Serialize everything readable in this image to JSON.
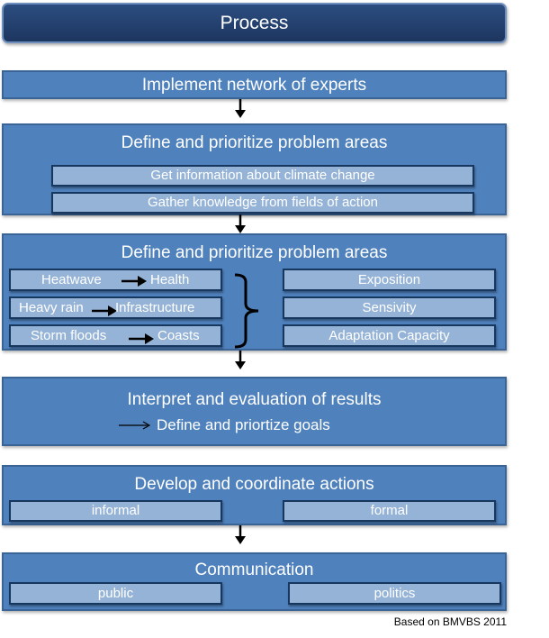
{
  "title": "Process",
  "steps": {
    "s1": {
      "title": "Implement network of experts"
    },
    "s2": {
      "title": "Define and prioritize problem areas",
      "items": [
        "Get information about climate change",
        "Gather knowledge from fields of action"
      ]
    },
    "s3": {
      "title": "Define and prioritize problem areas",
      "pairs": [
        {
          "from": "Heatwave",
          "to": "Health"
        },
        {
          "from": "Heavy rain",
          "to": "Infrastructure"
        },
        {
          "from": "Storm floods",
          "to": "Coasts"
        }
      ],
      "factors": [
        "Exposition",
        "Sensivity",
        "Adaptation Capacity"
      ]
    },
    "s4": {
      "title": "Interpret and evaluation of results",
      "goal": "Define and priortize goals"
    },
    "s5": {
      "title": "Develop and coordinate actions",
      "items": [
        "informal",
        "formal"
      ]
    },
    "s6": {
      "title": "Communication",
      "items": [
        "public",
        "politics"
      ]
    }
  },
  "source_note": "Based on BMVBS 2011",
  "colors": {
    "title_bg": "#1f3864",
    "panel_bg": "#4f81bd",
    "sub_bg": "#95b3d7",
    "sub_border": "#17375e"
  }
}
